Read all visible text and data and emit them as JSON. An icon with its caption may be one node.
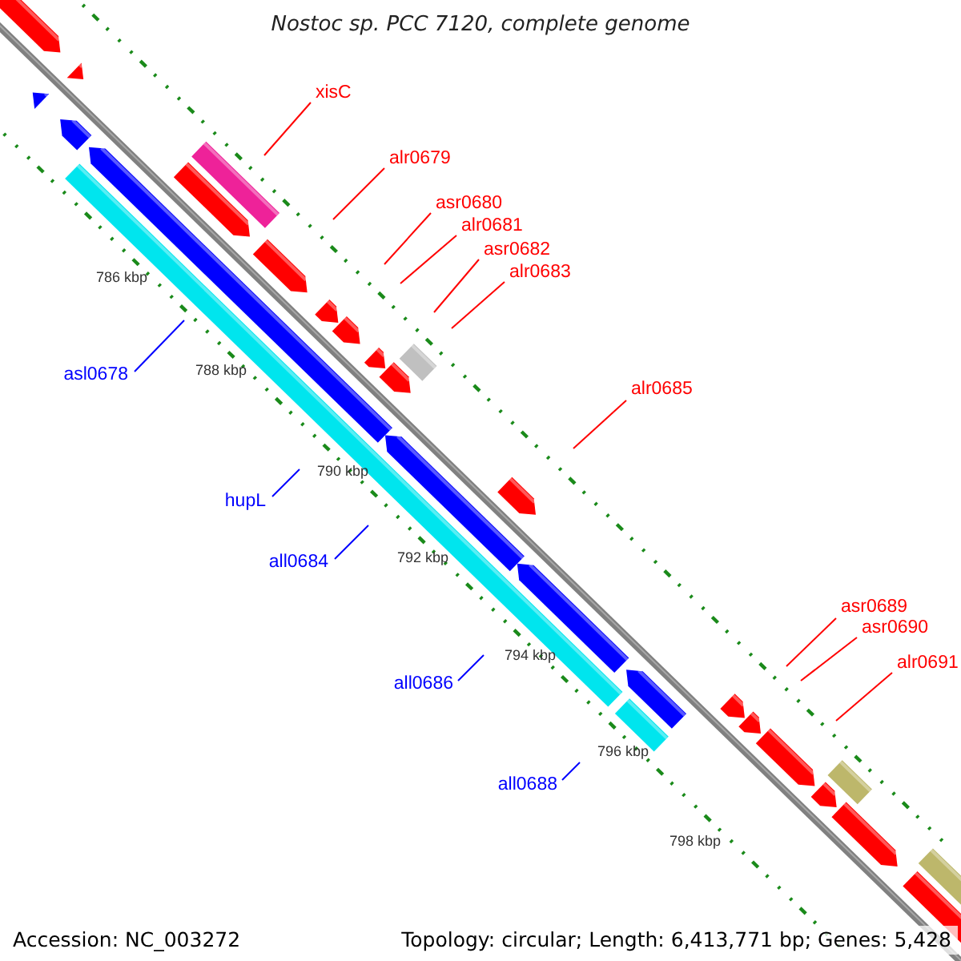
{
  "diagram": {
    "title": "Nostoc sp. PCC 7120, complete genome",
    "nodes": [
      {
        "text": [
          "xisC"
        ]
      },
      {
        "text": [
          "alr0679"
        ]
      },
      {
        "text": [
          "asr0680"
        ]
      },
      {
        "text": [
          "alr0681"
        ]
      },
      {
        "text": [
          "asr0682"
        ]
      },
      {
        "text": [
          "alr0683"
        ]
      },
      {
        "text": [
          "asl0678"
        ]
      },
      {
        "text": [
          "alr0685"
        ]
      },
      {
        "text": [
          "hupL"
        ]
      },
      {
        "text": [
          "all0684"
        ]
      },
      {
        "text": [
          "asr0689"
        ]
      },
      {
        "text": [
          "asr0690"
        ]
      },
      {
        "text": [
          "alr0691"
        ]
      },
      {
        "text": [
          "all0686"
        ]
      },
      {
        "text": [
          "all0688"
        ]
      }
    ],
    "edges": [
      {
        "from": 0,
        "to": null,
        "arrow": "none"
      },
      {
        "from": 1,
        "to": null,
        "arrow": "none"
      },
      {
        "from": 2,
        "to": null,
        "arrow": "none"
      },
      {
        "from": 3,
        "to": null,
        "arrow": "none"
      },
      {
        "from": 4,
        "to": null,
        "arrow": "none"
      },
      {
        "from": 5,
        "to": null,
        "arrow": "none"
      },
      {
        "from": 6,
        "to": null,
        "arrow": "none",
        "color": "#0000ff"
      },
      {
        "from": 7,
        "to": null,
        "arrow": "none"
      },
      {
        "from": 8,
        "to": null,
        "arrow": "none",
        "color": "#0000ff"
      },
      {
        "from": 9,
        "to": null,
        "arrow": "none",
        "color": "#0000ff"
      },
      {
        "from": 10,
        "to": null,
        "arrow": "none"
      },
      {
        "from": 11,
        "to": null,
        "arrow": "none"
      },
      {
        "from": 12,
        "to": null,
        "arrow": "none"
      },
      {
        "from": 13,
        "to": null,
        "arrow": "none",
        "color": "#0000ff"
      },
      {
        "from": 14,
        "to": null,
        "arrow": "none",
        "color": "#0000ff"
      }
    ],
    "labels": [
      "786 kbp",
      "788 kbp",
      "790 kbp",
      "792 kbp",
      "794 kbp",
      "796 kbp",
      "798 kbp",
      "Accession: NC_003272",
      "Topology: circular; Length: 6,413,771 bp; Genes: 5,428"
    ]
  }
}
